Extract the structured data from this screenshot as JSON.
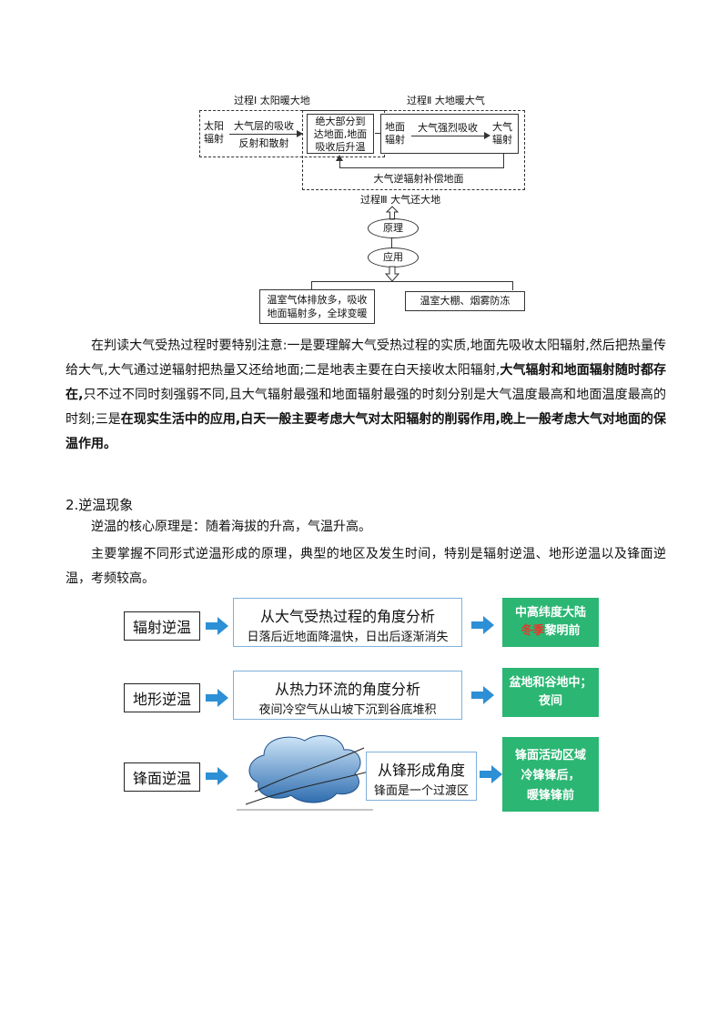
{
  "diagram1": {
    "process1": "过程Ⅰ  太阳暖大地",
    "process2": "过程Ⅱ  大地暖大气",
    "process3": "过程Ⅲ  大气还大地",
    "solar_line1": "太阳",
    "solar_line2": "辐射",
    "absorb_top": "大气层的吸收",
    "absorb_bottom": "反射和散射",
    "ground_line1": "绝大部分到",
    "ground_line2": "达地面,地面",
    "ground_line3": "吸收后升温",
    "gr_line1": "地面",
    "gr_line2": "辐射",
    "strong_absorb": "大气强烈吸收",
    "atm_line1": "大气",
    "atm_line2": "辐射",
    "counter": "大气逆辐射补偿地面",
    "principle": "原理",
    "application": "应用",
    "app_left_line1": "温室气体排放多，吸收",
    "app_left_line2": "地面辐射多，全球变暖",
    "app_right": "温室大棚、烟雾防冻"
  },
  "paragraph1": {
    "part1": "在判读大气受热过程时要特别注意:一是要理解大气受热过程的实质,地面先吸收太阳辐射,然后把热量传给大气,大气通过逆辐射把热量又还给地面;二是地表主要在白天接收太阳辐射,",
    "bold1": "大气辐射和地面辐射随时都存在,",
    "part2": "只不过不同时刻强弱不同,且大气辐射最强和地面辐射最强的时刻分别是大气温度最高和地面温度最高的时刻;三是",
    "bold2": "在现实生活中的应用,白天一般主要考虑大气对太阳辐射的削弱作用,晚上一般考虑大气对地面的保温作用。"
  },
  "section2": {
    "heading": "2.逆温现象",
    "line1": "逆温的核心原理是：随着海拔的升高，气温升高。",
    "line2": "主要掌握不同形式逆温形成的原理，典型的地区及发生时间，特别是辐射逆温、地形逆温以及锋面逆温，考频较高。"
  },
  "diagram2": {
    "rows": [
      {
        "label": "辐射逆温",
        "title": "从大气受热过程的角度分析",
        "sub": "日落后近地面降温快，日出后逐渐消失",
        "result_line1": "中高纬度大陆",
        "result_red": "冬季",
        "result_rest": "黎明前"
      },
      {
        "label": "地形逆温",
        "title": "从热力环流的角度分析",
        "sub": "夜间冷空气从山坡下沉到谷底堆积",
        "result_line1": "盆地和谷地中；",
        "result_line2": "夜间"
      },
      {
        "label": "锋面逆温",
        "title": "从锋形成角度",
        "sub": "锋面是一个过渡区",
        "result_line1": "锋面活动区域",
        "result_line2": "冷锋锋后，",
        "result_line3": "暖锋锋前"
      }
    ],
    "colors": {
      "arrow": "#2d8fd5",
      "green": "#2bb673",
      "red": "#e8352b"
    }
  }
}
